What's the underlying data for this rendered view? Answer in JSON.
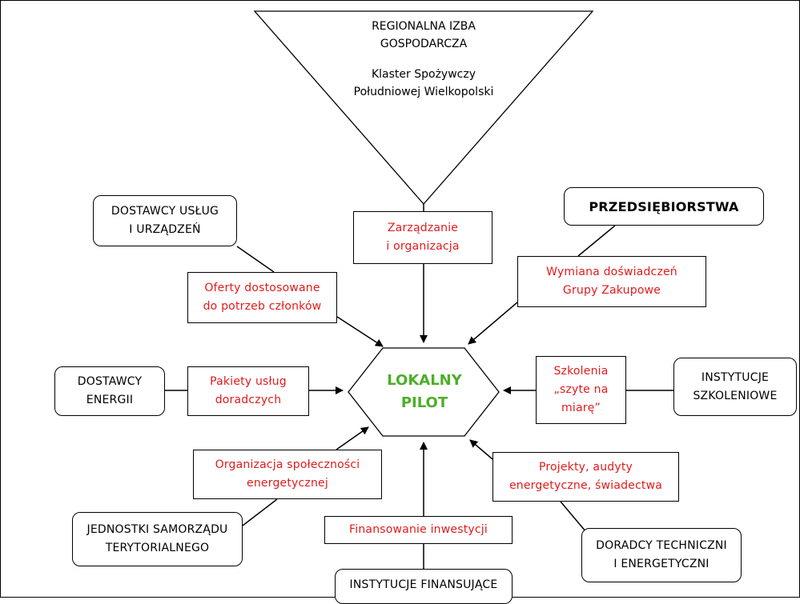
{
  "top": {
    "line1": "REGIONALNA IZBA\nGOSPODARCZA",
    "line2": "Klaster Spożywczy\nPołudniowej Wielkopolski"
  },
  "center": {
    "label": "LOKALNY\nPILOT",
    "color": "#4caf28"
  },
  "actors": {
    "dostawcy_uslug": "DOSTAWCY USŁUG\nI URZĄDZEŃ",
    "przedsiebiorstwa": "PRZEDSIĘBIORSTWA",
    "dostawcy_energii": "DOSTAWCY\nENERGII",
    "instytucje_szkoleniowe": "INSTYTUCJE\nSZKOLENIOWE",
    "jst": "JEDNOSTKI SAMORZĄDU\nTERYTORIALNEGO",
    "instytucje_finansujace": "INSTYTUCJE FINANSUJĄCE",
    "doradcy": "DORADCY TECHNICZNI\nI ENERGETYCZNI"
  },
  "flows": {
    "zarzadzanie": "Zarządzanie\ni organizacja",
    "wymiana": "Wymiana doświadczeń\nGrupy Zakupowe",
    "oferty": "Oferty dostosowane\ndo potrzeb członków",
    "pakiety": "Pakiety usług\ndoradczych",
    "szkolenia": "Szkolenia\n„szyte na\nmiarę”",
    "organizacja": "Organizacja społeczności\nenergetycznej",
    "projekty": "Projekty, audyty\nenergetyczne, świadectwa",
    "finansowanie": "Finansowanie inwestycji"
  },
  "colors": {
    "flow_text": "#e11b1b"
  }
}
